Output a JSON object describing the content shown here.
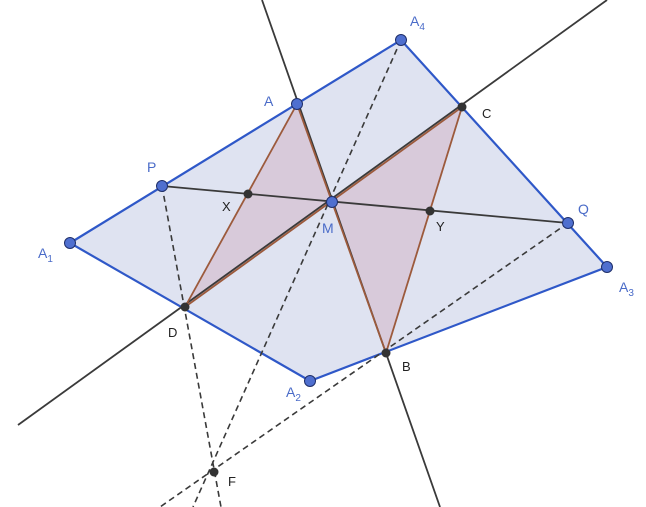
{
  "colors": {
    "polygon_fill": "#dfe3f1",
    "polygon_stroke": "#2f58c8",
    "triangle_fill": "#d7c6d6",
    "triangle_stroke": "#9c5a3c",
    "line_color": "#3a3a3a",
    "dashed_color": "#3a3a3a",
    "blue_point": "#4f6fcf",
    "dark_point": "#333333",
    "blue_label": "#4a6bc8",
    "dark_label": "#222222"
  },
  "labels": {
    "A": "A",
    "B": "B",
    "C": "C",
    "D": "D",
    "F": "F",
    "M": "M",
    "P": "P",
    "Q": "Q",
    "X": "X",
    "Y": "Y",
    "A1_base": "A",
    "A1_sub": "1",
    "A2_base": "A",
    "A2_sub": "2",
    "A3_base": "A",
    "A3_sub": "3",
    "A4_base": "A",
    "A4_sub": "4"
  }
}
